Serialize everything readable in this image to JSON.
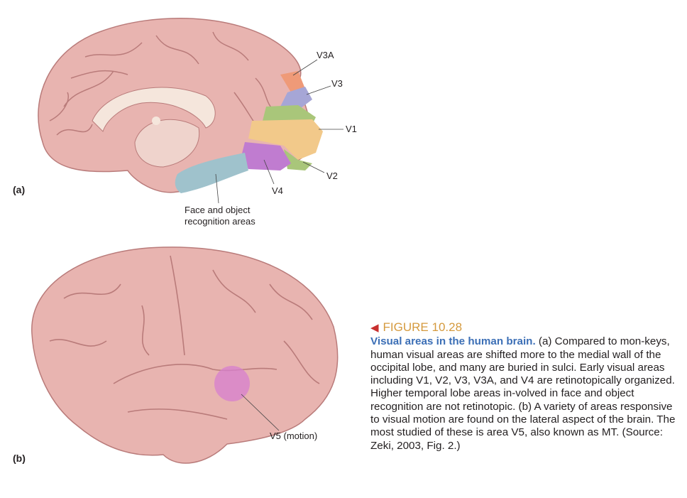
{
  "panel_a": {
    "panel_label": "(a)",
    "labels": {
      "v3a": "V3A",
      "v3": "V3",
      "v1": "V1",
      "v2": "V2",
      "v4": "V4",
      "face_line1": "Face and object",
      "face_line2": "recognition areas"
    }
  },
  "panel_b": {
    "panel_label": "(b)",
    "labels": {
      "v5": "V5 (motion)"
    }
  },
  "caption": {
    "figure_number": "FIGURE 10.28",
    "lead": "Visual areas in the human brain.",
    "body": " (a) Compared to mon-keys, human visual areas are shifted more to the medial wall of the occipital lobe, and many are buried in sulci. Early visual areas including V1, V2, V3, V3A, and V4 are retinotopically organized. Higher temporal lobe areas in-volved in face and object recognition are not retinotopic. (b) A variety of areas responsive to visual motion are found on the lateral aspect of the brain. The most studied of these is area V5, also known as MT. (Source: Zeki, 2003, Fig. 2.)"
  },
  "colors": {
    "brain": "#e8b4b0",
    "sulcus": "#b97b7a",
    "v1": "#f2c98a",
    "v2": "#a9c67a",
    "v3": "#a6a6d6",
    "v3a": "#ef9a78",
    "v4": "#c07cd0",
    "face": "#9fc2cc",
    "v5": "#d77fcf",
    "title": "#d59a3e",
    "lead": "#3c6fb6"
  }
}
